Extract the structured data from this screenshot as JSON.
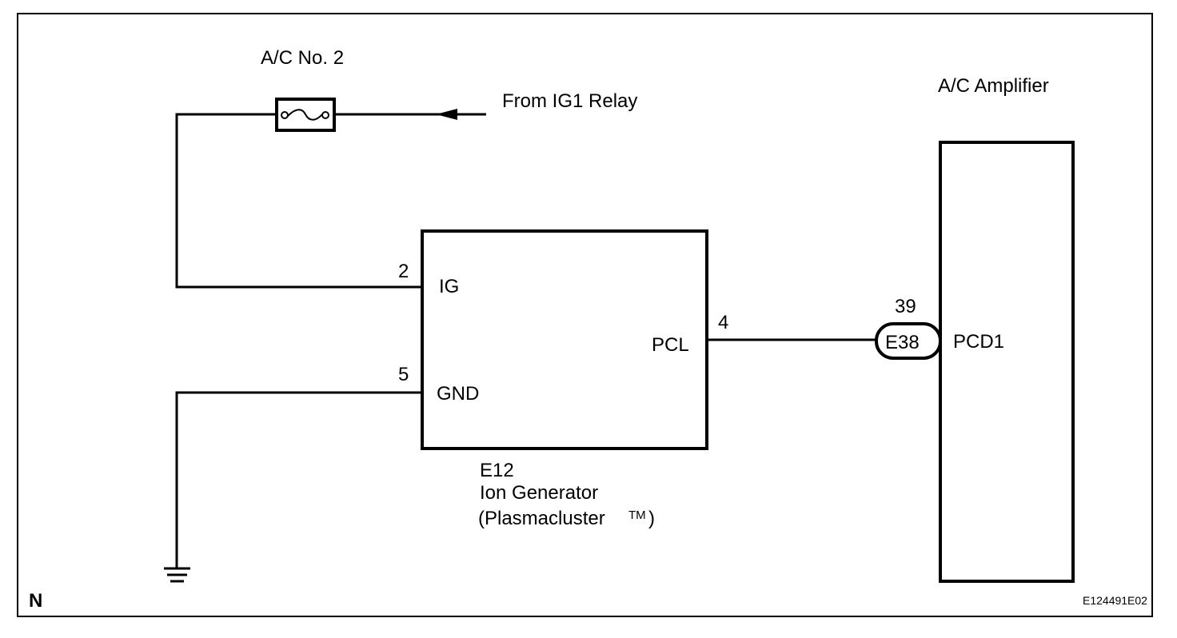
{
  "fuse": {
    "label": "A/C No. 2"
  },
  "source": {
    "label": "From IG1 Relay"
  },
  "amplifier": {
    "title": "A/C Amplifier",
    "terminal_name": "PCD1",
    "connector": "E38",
    "pin": "39"
  },
  "ion_generator": {
    "connector": "E12",
    "name": "Ion Generator",
    "subname": "(Plasmacluster",
    "trademark": "TM",
    "subname_close": ")",
    "pins": [
      {
        "number": "2",
        "name": "IG"
      },
      {
        "number": "5",
        "name": "GND"
      },
      {
        "number": "4",
        "name": "PCL"
      }
    ]
  },
  "corner_mark": "N",
  "figure_id": "E124491E02"
}
